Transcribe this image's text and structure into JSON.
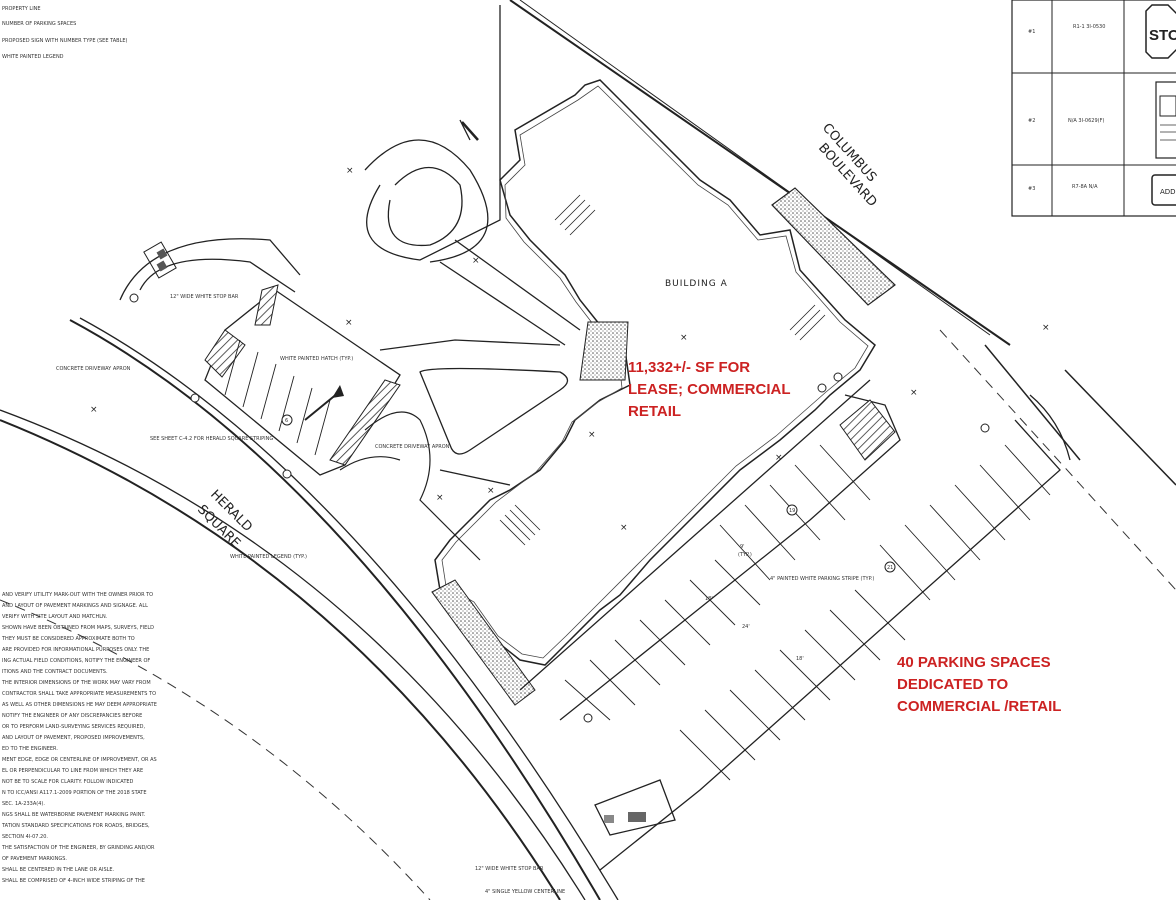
{
  "legend": [
    "PROPERTY LINE",
    "NUMBER OF PARKING SPACES",
    "PROPOSED SIGN WITH NUMBER TYPE (SEE TABLE)",
    "WHITE PAINTED LEGEND"
  ],
  "sign_table": {
    "rows": [
      {
        "id": "#1",
        "code": "R1-1\n3I-0530",
        "sign": "STO"
      },
      {
        "id": "#2",
        "code": "N/A\n3I-0629(F)",
        "sign": ""
      },
      {
        "id": "#3",
        "code": "R7-8A\nN/A",
        "sign": "ADD"
      }
    ]
  },
  "streets": {
    "columbus_line1": "COLUMBUS",
    "columbus_line2": "BOULEVARD",
    "herald_line1": "HERALD",
    "herald_line2": "SQUARE"
  },
  "building": {
    "label": "BUILDING A"
  },
  "callouts": {
    "lease_line1": "11,332+/- SF FOR",
    "lease_line2": "LEASE; COMMERCIAL",
    "lease_line3": "RETAIL",
    "parking_line1": "40 PARKING SPACES",
    "parking_line2": "DEDICATED TO",
    "parking_line3": "COMMERCIAL /RETAIL"
  },
  "plan_labels": {
    "stop_bar_top": "12\" WIDE WHITE STOP BAR",
    "stop_bar_bottom": "12\" WIDE WHITE STOP BAR",
    "concrete_apron_left": "CONCRETE DRIVEWAY APRON",
    "concrete_apron_mid": "CONCRETE DRIVEWAY APRON",
    "white_hatch": "WHITE PAINTED HATCH (TYP.)",
    "see_sheet": "SEE SHEET C-4.2 FOR HERALD SQUARE STRIPING",
    "white_legend": "WHITE PAINTED LEGEND (TYP.)",
    "parking_stripe": "4\" PAINTED WHITE PARKING STRIPE (TYP.)",
    "single_yellow": "4\" SINGLE YELLOW CENTERLINE",
    "dim_24": "24'",
    "dim_18": "18'",
    "dim_9": "9'",
    "dim_typ": "(TYP.)",
    "space_count_a": "19",
    "space_count_b": "21",
    "space_count_c": "6"
  },
  "notes": [
    "AND VERIFY UTILITY MARK-OUT WITH THE OWNER PRIOR TO",
    "AND LAYOUT OF PAVEMENT MARKINGS AND SIGNAGE. ALL",
    "VERIFY WITH SITE LAYOUT AND MATCHLN.",
    "SHOWN HAVE BEEN OBTAINED FROM MAPS, SURVEYS, FIELD",
    "THEY MUST BE CONSIDERED APPROXIMATE BOTH TO",
    "ARE PROVIDED FOR INFORMATIONAL PURPOSES ONLY. THE",
    "ING ACTUAL FIELD CONDITIONS, NOTIFY THE ENGINEER OF",
    "ITIONS AND THE CONTRACT DOCUMENTS.",
    "THE INTERIOR DIMENSIONS OF THE WORK MAY VARY FROM",
    "CONTRACTOR SHALL TAKE APPROPRIATE MEASUREMENTS TO",
    "AS WELL AS OTHER DIMENSIONS HE MAY DEEM APPROPRIATE",
    "NOTIFY THE ENGINEER OF ANY DISCREPANCIES BEFORE",
    "OR TO PERFORM LAND-SURVEYING SERVICES REQUIRED,",
    "AND LAYOUT OF PAVEMENT, PROPOSED IMPROVEMENTS,",
    "ED TO THE ENGINEER.",
    "MENT EDGE, EDGE OR CENTERLINE OF IMPROVEMENT, OR AS",
    "EL OR PERPENDICULAR TO LINE FROM WHICH THEY ARE",
    "NOT BE TO SCALE FOR CLARITY. FOLLOW INDICATED",
    "N TO ICC/ANSI A117.1-2009 PORTION OF THE 2018 STATE",
    "SEC. 1A-233A(4).",
    "NGS SHALL BE WATERBORNE PAVEMENT MARKING PAINT.",
    "TATION STANDARD SPECIFICATIONS FOR ROADS, BRIDGES,",
    "SECTION 4I-07.20.",
    "THE SATISFACTION OF THE ENGINEER, BY GRINDING AND/OR",
    "OF PAVEMENT MARKINGS.",
    "SHALL BE CENTERED IN THE LANE OR AISLE.",
    "SHALL BE COMPRISED OF 4-INCH WIDE STRIPING OF THE"
  ],
  "colors": {
    "callout_red": "#cc2222",
    "linework": "#222222"
  }
}
